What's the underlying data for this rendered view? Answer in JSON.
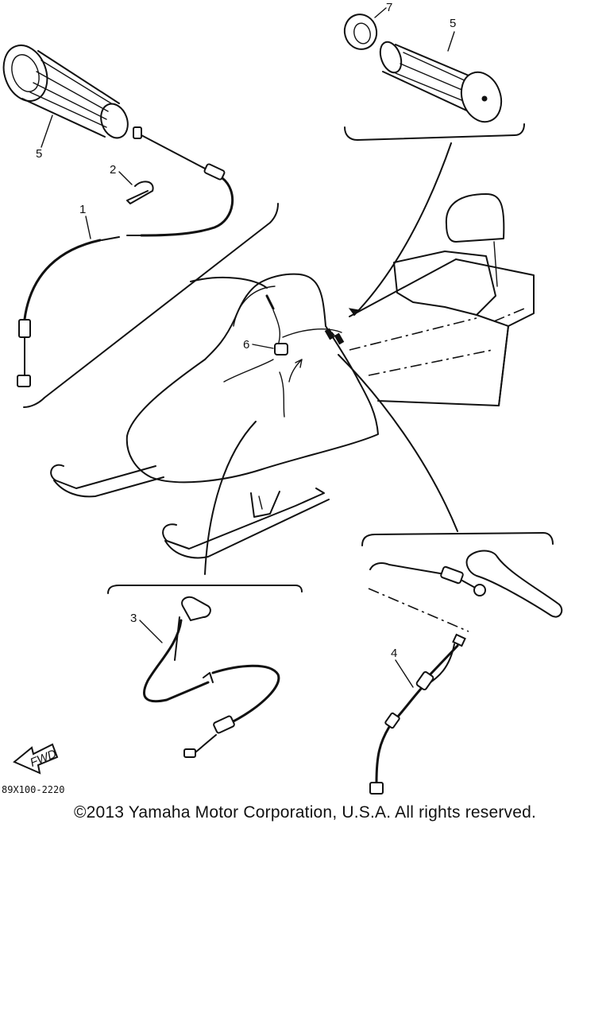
{
  "callouts": {
    "c1": "1",
    "c2": "2",
    "c3": "3",
    "c4": "4",
    "c5_left": "5",
    "c5_right": "5",
    "c6": "6",
    "c7": "7"
  },
  "fwd_label": "FWD",
  "diagram_code": "89X100-2220",
  "copyright": "©2013 Yamaha Motor Corporation, U.S.A. All rights reserved."
}
